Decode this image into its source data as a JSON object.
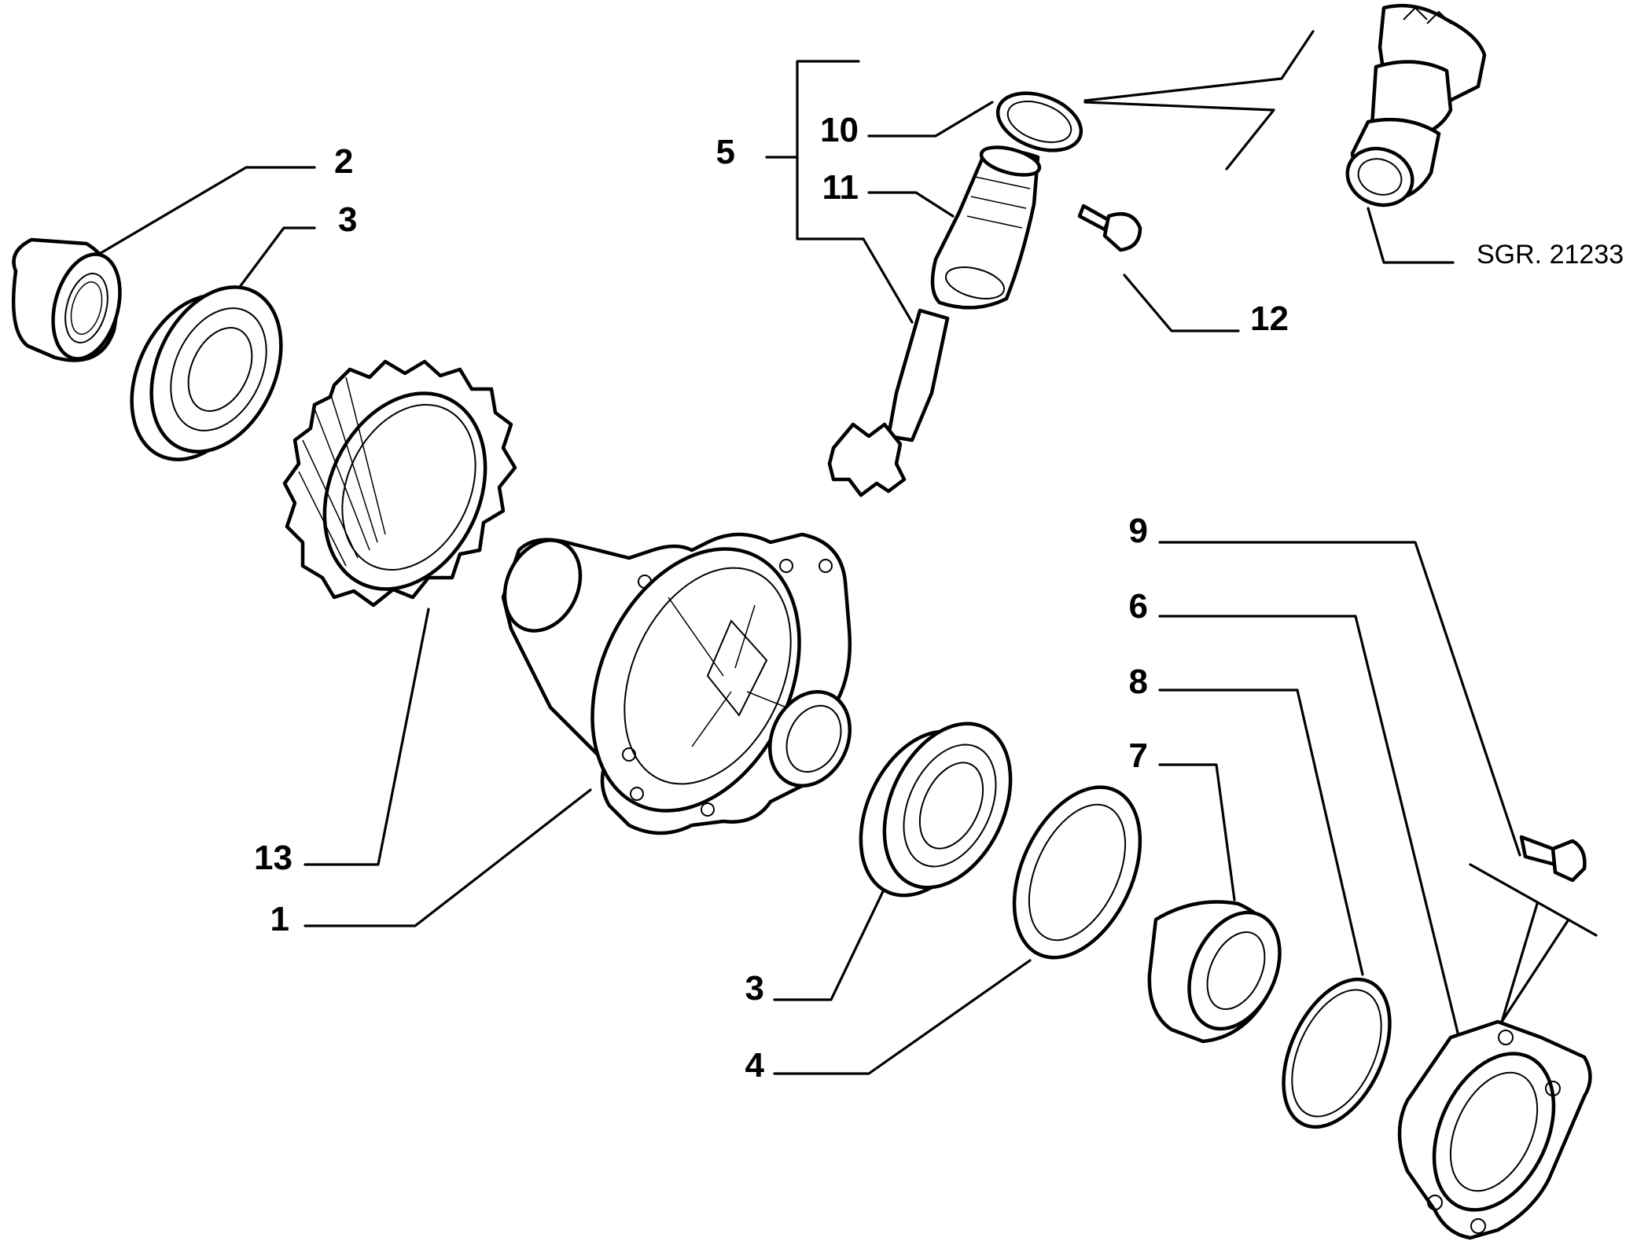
{
  "diagram": {
    "drawing_code": "SGR. 21233",
    "part_labels": {
      "p1": "1",
      "p2": "2",
      "p3_top": "3",
      "p3_bottom": "3",
      "p4": "4",
      "p5": "5",
      "p6": "6",
      "p7": "7",
      "p8": "8",
      "p9": "9",
      "p10": "10",
      "p11": "11",
      "p12": "12",
      "p13": "13"
    }
  }
}
